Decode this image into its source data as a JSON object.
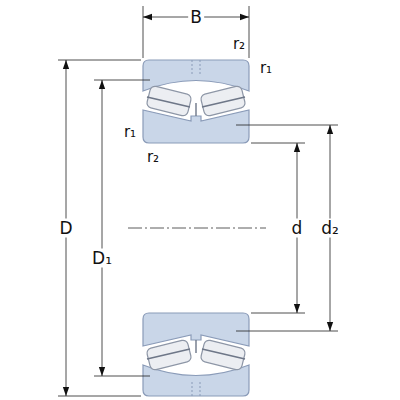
{
  "diagram": {
    "labels": [
      "B",
      "r₂",
      "r₁",
      "r₁",
      "r₂",
      "D",
      "D₁",
      "d",
      "d₂"
    ]
  }
}
